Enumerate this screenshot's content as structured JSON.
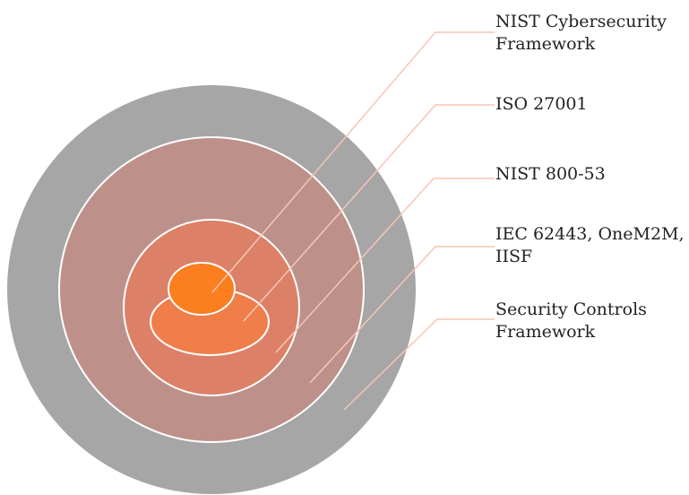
{
  "colors": {
    "outer_ring": "#a6a6a6",
    "security_controls_circle": "#bd918a",
    "nist_800_53_circle": "#dc8068",
    "iso_27001_ellipse": "#ef7e4a",
    "nist_csf_ellipse": "#fb7f1f",
    "ellipse_border": "#ffffff",
    "leader_line": "#f6c6b4",
    "label_text": "#222222"
  },
  "labels": [
    {
      "lines": [
        "NIST Cybersecurity",
        "Framework"
      ]
    },
    {
      "lines": [
        "ISO 27001"
      ]
    },
    {
      "lines": [
        "NIST 800-53"
      ]
    },
    {
      "lines": [
        "IEC 62443, OneM2M,",
        "IISF"
      ]
    },
    {
      "lines": [
        "Security Controls",
        "Framework"
      ]
    }
  ]
}
